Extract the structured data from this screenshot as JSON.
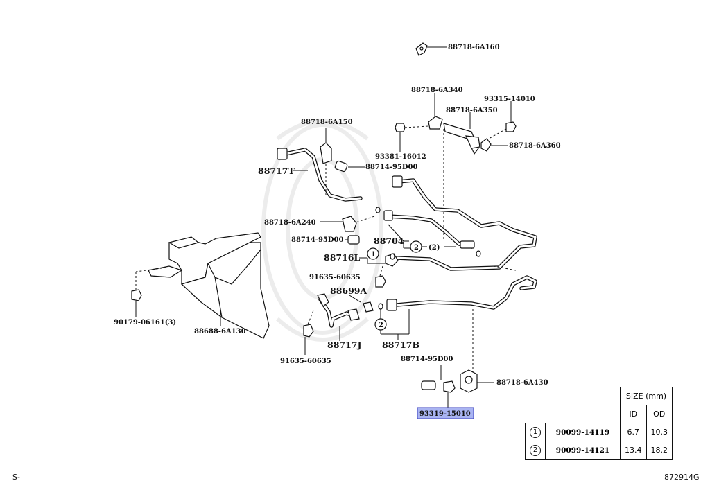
{
  "labels": {
    "p_6A160": "88718-6A160",
    "p_6A340": "88718-6A340",
    "p_14010": "93315-14010",
    "p_6A350": "88718-6A350",
    "p_6A360": "88718-6A360",
    "p_16012": "93381-16012",
    "p_6A150": "88718-6A150",
    "p_88717T": "88717T",
    "p_95D00_top": "88714-95D00",
    "p_6A240": "88718-6A240",
    "p_95D00_mid": "88714-95D00",
    "p_88704": "88704",
    "p_88716L": "88716L",
    "p_60635_a": "91635-60635",
    "p_88699A": "88699A",
    "p_06161": "90179-06161(3)",
    "p_6A130": "88688-6A130",
    "p_88717J": "88717J",
    "p_88717B": "88717B",
    "p_60635_b": "91635-60635",
    "p_95D00_bot": "88714-95D00",
    "p_6A430": "88718-6A430",
    "p_15010": "93319-15010",
    "callout_1": "1",
    "callout_2a": "2",
    "callout_2a_paren": "(2)",
    "callout_2b": "2"
  },
  "size_table": {
    "header": "SIZE (mm)",
    "col_id": "ID",
    "col_od": "OD",
    "rows": [
      {
        "ref": "1",
        "part": "90099-14119",
        "id": "6.7",
        "od": "10.3"
      },
      {
        "ref": "2",
        "part": "90099-14121",
        "id": "13.4",
        "od": "18.2"
      }
    ]
  },
  "footer": {
    "left": "S-",
    "right": "872914G"
  },
  "colors": {
    "highlight_fill": "#a9b4f2",
    "highlight_border": "#3a3fbf"
  }
}
